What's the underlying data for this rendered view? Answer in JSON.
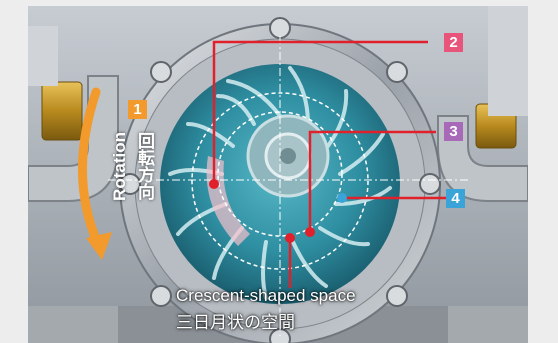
{
  "labels": {
    "rotation_en": "Rotation",
    "rotation_jp": "回転方向",
    "crescent_en": "Crescent-shaped space",
    "crescent_jp": "三日月状の空間"
  },
  "badges": [
    {
      "id": "1",
      "color": "#f39a2c"
    },
    {
      "id": "2",
      "color": "#e8547a"
    },
    {
      "id": "3",
      "color": "#a86ab8"
    },
    {
      "id": "4",
      "color": "#3aa3d8"
    }
  ],
  "colors": {
    "leader_line": "#e0202a",
    "arrow": "#f39a2c",
    "dashed": "#ffffff"
  }
}
